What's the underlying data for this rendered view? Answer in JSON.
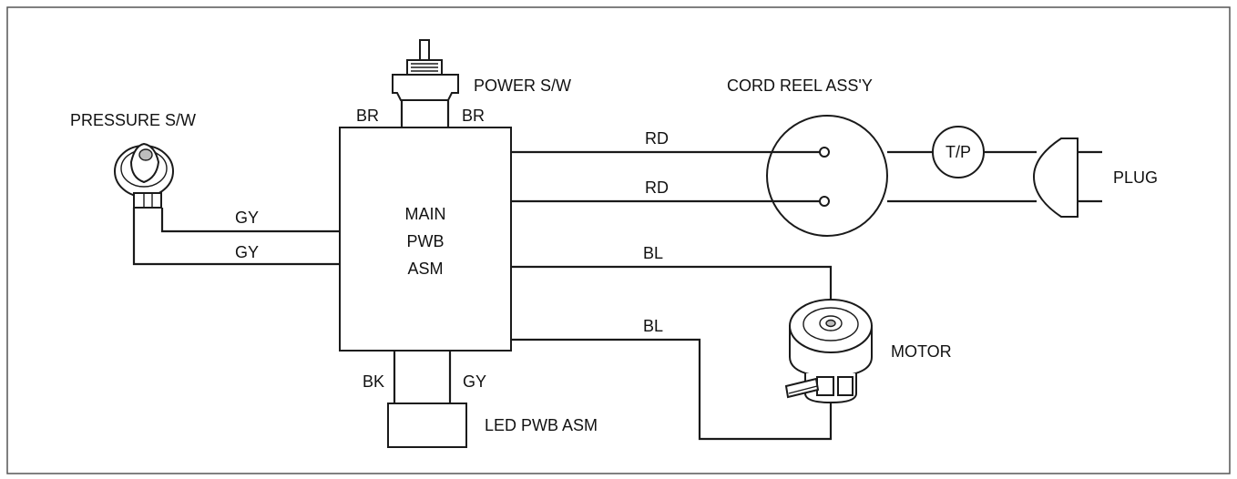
{
  "components": {
    "main_pwb": [
      "MAIN",
      "PWB",
      "ASM"
    ],
    "power_switch": "POWER S/W",
    "pressure_switch": "PRESSURE S/W",
    "cord_reel": "CORD REEL ASS'Y",
    "thermal_protector": "T/P",
    "plug": "PLUG",
    "motor": "MOTOR",
    "led_pwb": "LED PWB ASM"
  },
  "wires": {
    "power_left": "BR",
    "power_right": "BR",
    "cord_top": "RD",
    "cord_bottom": "RD",
    "pressure_top": "GY",
    "pressure_bottom": "GY",
    "motor_top": "BL",
    "motor_bottom": "BL",
    "led_left": "BK",
    "led_right": "GY"
  },
  "colors": {
    "line": "#1a1a1a",
    "background": "#ffffff",
    "frame": "#555555"
  }
}
